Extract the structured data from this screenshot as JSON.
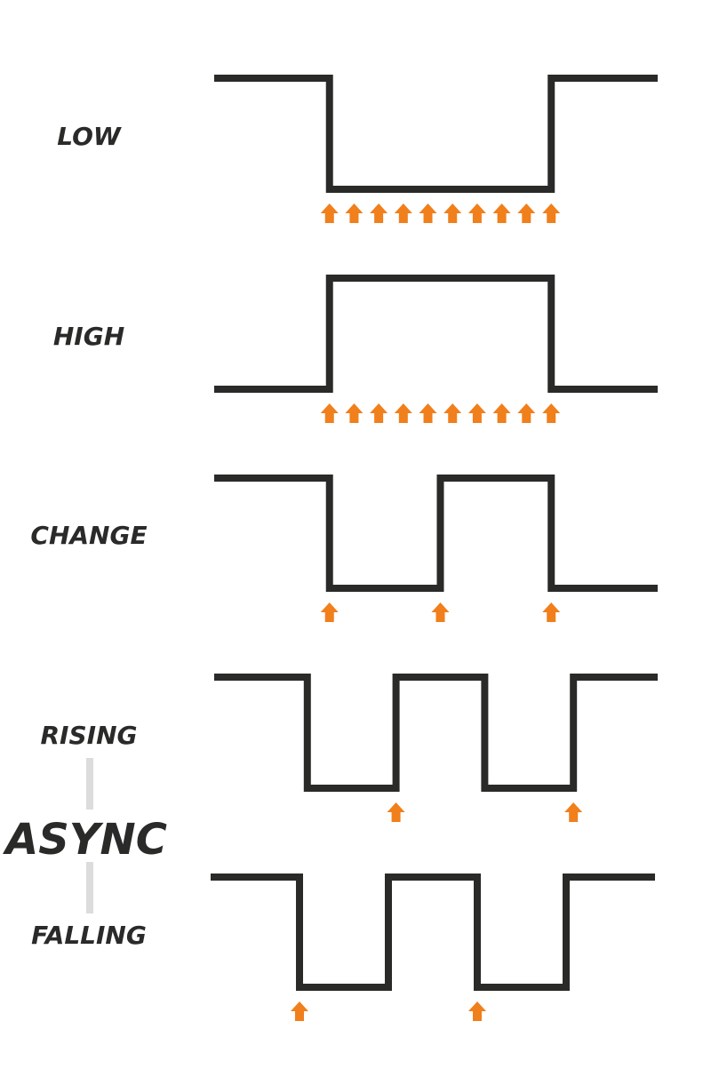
{
  "colors": {
    "waveform": "#2a2a28",
    "trigger_arrow": "#f07f1c",
    "connector": "#dcdcdc",
    "background": "#ffffff"
  },
  "rows": [
    {
      "id": "low",
      "label": "LOW",
      "levels": [
        1,
        0,
        1
      ],
      "transitions_at": [
        0.26,
        0.76
      ],
      "trigger_description": "continuous triggers while signal is low",
      "trigger_positions": [
        0.26,
        0.3155,
        0.371,
        0.4265,
        0.482,
        0.5375,
        0.593,
        0.6485,
        0.704,
        0.76
      ]
    },
    {
      "id": "high",
      "label": "HIGH",
      "levels": [
        0,
        1,
        0
      ],
      "transitions_at": [
        0.26,
        0.76
      ],
      "trigger_description": "continuous triggers while signal is high",
      "trigger_positions": [
        0.26,
        0.3155,
        0.371,
        0.4265,
        0.482,
        0.5375,
        0.593,
        0.6485,
        0.704,
        0.76
      ]
    },
    {
      "id": "change",
      "label": "CHANGE",
      "levels": [
        1,
        0,
        1,
        0
      ],
      "transitions_at": [
        0.26,
        0.51,
        0.76
      ],
      "trigger_description": "trigger on every edge",
      "trigger_positions": [
        0.26,
        0.51,
        0.76
      ]
    },
    {
      "id": "rising",
      "label": "RISING",
      "levels": [
        1,
        0,
        1,
        0,
        1
      ],
      "transitions_at": [
        0.21,
        0.41,
        0.61,
        0.81
      ],
      "trigger_description": "trigger on rising edges",
      "trigger_positions": [
        0.41,
        0.81
      ]
    },
    {
      "id": "falling",
      "label": "FALLING",
      "levels": [
        1,
        0,
        1,
        0,
        1
      ],
      "transitions_at": [
        0.2,
        0.4,
        0.6,
        0.8
      ],
      "trigger_description": "trigger on falling edges",
      "trigger_positions": [
        0.2,
        0.6
      ]
    }
  ],
  "group_label": "ASYNC"
}
